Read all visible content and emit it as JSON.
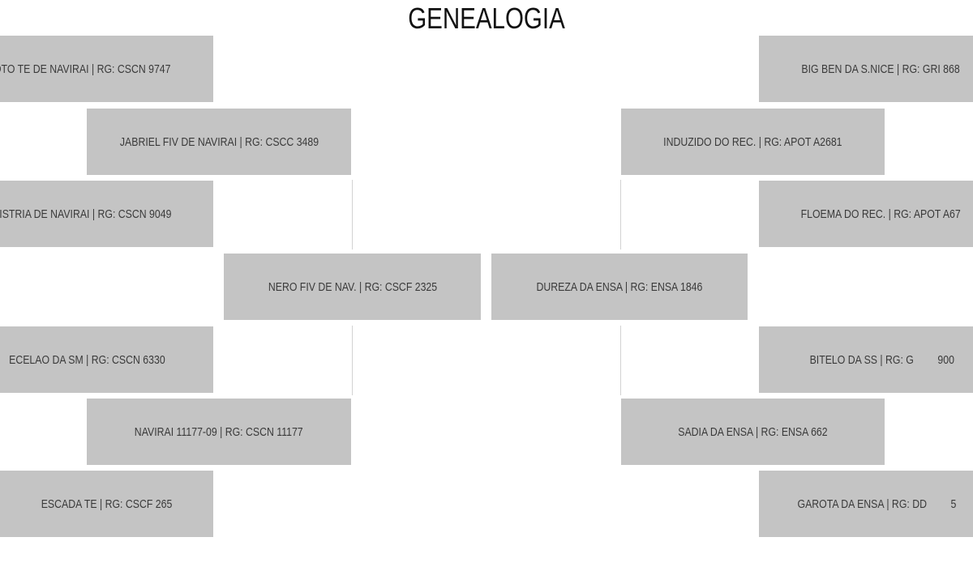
{
  "title": "GENEALOGIA",
  "sire_side": {
    "sire": "NERO FIV DE NAV. | RG: CSCF 2325",
    "grandsire": "JABRIEL FIV DE NAVIRAI | RG: CSCC 3489",
    "granddam": "NAVIRAI 11177-09 | RG: CSCN 11177",
    "great_grandparents": [
      "OTO TE DE NAVIRAI | RG: CSCN 9747",
      "ISTRIA DE NAVIRAI | RG: CSCN 9049",
      "ECELAO DA SM | RG: CSCN 6330",
      "ESCADA TE | RG: CSCF 265"
    ]
  },
  "dam_side": {
    "dam": "DUREZA DA ENSA | RG: ENSA 1846",
    "grandsire": "INDUZIDO DO REC. | RG: APOT A2681",
    "granddam": "SADIA DA ENSA | RG: ENSA 662",
    "great_grandparents": [
      {
        "name": "BIG BEN DA S.NICE | RG: GRI 868",
        "extra": ""
      },
      {
        "name": "FLOEMA DO REC. | RG: APOT A67",
        "extra": ""
      },
      {
        "name": "BITELO DA SS | RG: G",
        "extra": "900"
      },
      {
        "name": "GAROTA DA ENSA | RG: DD",
        "extra": "5"
      }
    ]
  }
}
